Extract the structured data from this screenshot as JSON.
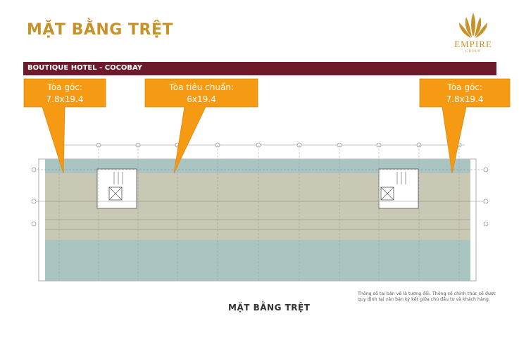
{
  "header": {
    "title": "MẶT BẰNG TRỆT",
    "logo_text": "EMPIRE",
    "logo_sub": "GROUP"
  },
  "banner": {
    "text": "BOUTIQUE HOTEL - COCOBAY"
  },
  "callouts": [
    {
      "line1": "Tòa góc:",
      "line2": "7.8x19.4"
    },
    {
      "line1": "Tòa tiêu chuẩn:",
      "line2": "6x19.4"
    },
    {
      "line1": "Tòa góc:",
      "line2": "7.8x19.4"
    }
  ],
  "plan": {
    "label": "MẶT BẰNG TRỆT",
    "note": "Thông số tại bản vẽ là tương đối. Thông số chính thức sẽ được quy định tại văn bản ký kết giữa chủ đầu tư và khách hàng."
  },
  "colors": {
    "accent": "#c8922a",
    "banner": "#6e1a2a",
    "callout": "#f59a12",
    "unit_fill": "#c8c8b4",
    "corridor_fill": "#a9c4c1"
  }
}
